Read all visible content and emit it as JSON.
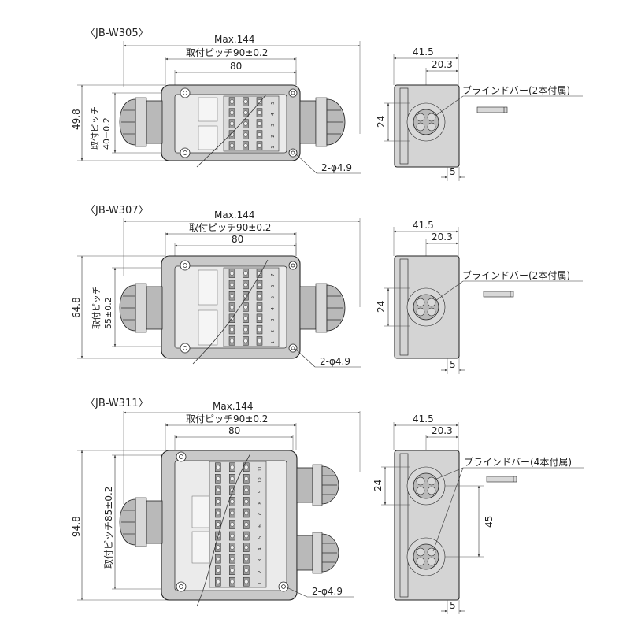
{
  "models": [
    {
      "title": "〈JB-W305〉",
      "terminal_count": 5,
      "dims": {
        "max": "Max.144",
        "pitch": "取付ピッチ90±0.2",
        "inner": "80",
        "height": "49.8",
        "height_pitch_label": "取付ピッチ",
        "height_pitch_value": "40±0.2",
        "hole": "2-φ4.9",
        "depth": "41.5",
        "depth_half": "20.3",
        "gland": "24",
        "bottom": "5",
        "blind_bar": "ブラインドバー(2本付属)"
      }
    },
    {
      "title": "〈JB-W307〉",
      "terminal_count": 7,
      "dims": {
        "max": "Max.144",
        "pitch": "取付ピッチ90±0.2",
        "inner": "80",
        "height": "64.8",
        "height_pitch_label": "取付ピッチ",
        "height_pitch_value": "55±0.2",
        "hole": "2-φ4.9",
        "depth": "41.5",
        "depth_half": "20.3",
        "gland": "24",
        "bottom": "5",
        "blind_bar": "ブラインドバー(2本付属)"
      }
    },
    {
      "title": "〈JB-W311〉",
      "terminal_count": 11,
      "dims": {
        "max": "Max.144",
        "pitch": "取付ピッチ90±0.2",
        "inner": "80",
        "height": "94.8",
        "height_pitch": "取付ピッチ85±0.2",
        "hole": "2-φ4.9",
        "depth": "41.5",
        "depth_half": "20.3",
        "gland": "24",
        "gland_spacing": "45",
        "bottom": "5",
        "blind_bar": "ブラインドバー(4本付属)"
      }
    }
  ],
  "icons": {
    "cable_gland": "cable-gland-icon",
    "blind_bar": "blind-bar-icon",
    "terminal_block": "terminal-block-icon",
    "mounting_hole": "mounting-hole-icon"
  }
}
